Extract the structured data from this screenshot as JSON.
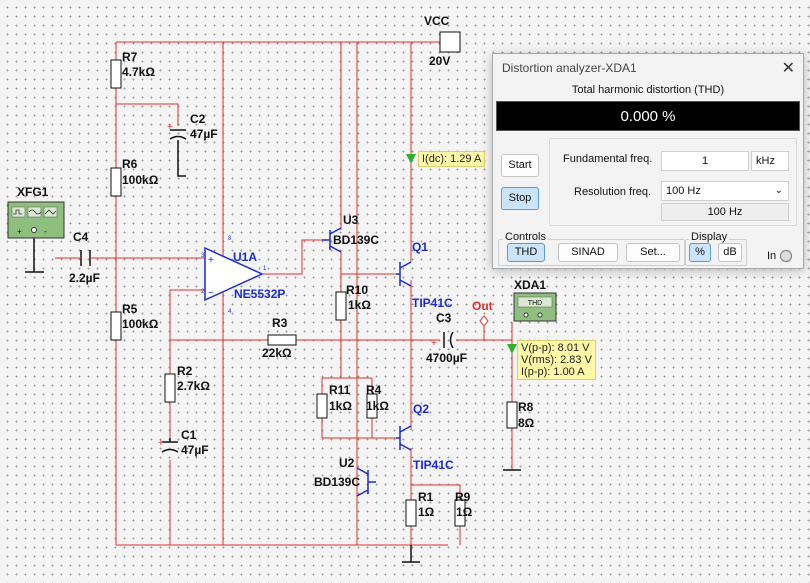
{
  "schematic": {
    "source": {
      "name": "XFG1"
    },
    "supply": {
      "name": "VCC",
      "value": "20V"
    },
    "components": {
      "r7": {
        "ref": "R7",
        "value": "4.7kΩ"
      },
      "c2": {
        "ref": "C2",
        "value": "47µF"
      },
      "r6": {
        "ref": "R6",
        "value": "100kΩ"
      },
      "c4": {
        "ref": "C4",
        "value": "2.2µF"
      },
      "r5": {
        "ref": "R5",
        "value": "100kΩ"
      },
      "r2": {
        "ref": "R2",
        "value": "2.7kΩ"
      },
      "c1": {
        "ref": "C1",
        "value": "47µF"
      },
      "u1a": {
        "ref": "U1A",
        "value": "NE5532P"
      },
      "u3": {
        "ref": "U3",
        "value": "BD139C"
      },
      "u2": {
        "ref": "U2",
        "value": "BD139C"
      },
      "q1": {
        "ref": "Q1",
        "value": "TIP41C"
      },
      "q2": {
        "ref": "Q2",
        "value": "TIP41C"
      },
      "r10": {
        "ref": "R10",
        "value": "1kΩ"
      },
      "r3": {
        "ref": "R3",
        "value": "22kΩ"
      },
      "r11": {
        "ref": "R11",
        "value": "1kΩ"
      },
      "r4": {
        "ref": "R4",
        "value": "1kΩ"
      },
      "r1": {
        "ref": "R1",
        "value": "1Ω"
      },
      "r9": {
        "ref": "R9",
        "value": "1Ω"
      },
      "c3": {
        "ref": "C3",
        "value": "4700µF"
      },
      "r8": {
        "ref": "R8",
        "value": "8Ω"
      }
    },
    "pins": {
      "p8": "8",
      "p3": "3",
      "p2": "2",
      "p4": "4",
      "p1": "1"
    },
    "out_label": "Out",
    "analyzer_ref": "XDA1",
    "analyzer_face": "THD",
    "probe1": "I(dc): 1.29 A",
    "probe2": [
      "V(p-p): 8.01 V",
      "V(rms): 2.83 V",
      "I(p-p): 1.00 A"
    ]
  },
  "dialog": {
    "title": "Distortion analyzer-XDA1",
    "close": "✕",
    "thd_label": "Total harmonic distortion (THD)",
    "thd_value": "0.000 %",
    "start_label": "Start",
    "stop_label": "Stop",
    "fund_label": "Fundamental freq.",
    "fund_value": "1",
    "fund_unit": "kHz",
    "res_label": "Resolution freq.",
    "res_value": "100 Hz",
    "res_display": "100 Hz",
    "controls_label": "Controls",
    "thd_btn": "THD",
    "sinad_btn": "SINAD",
    "set_btn": "Set...",
    "display_label": "Display",
    "pct_btn": "%",
    "db_btn": "dB",
    "in_label": "In"
  },
  "colors": {
    "wire": "#e0302a",
    "component": "#1a2ccf",
    "thd_display_bg": "#000000"
  }
}
